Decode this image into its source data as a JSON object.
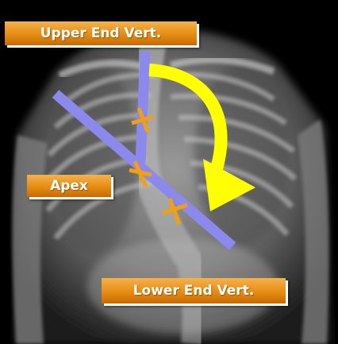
{
  "labels": {
    "upper_end_vert": "Upper End Vert.",
    "apex": "Apex",
    "lower_end_vert": "Lower End Vert."
  },
  "colors": {
    "label_orange": "#e58c14",
    "line_blue": "#8b88ee",
    "arrow_yellow": "#ffff00",
    "marker_orange": "#f0a010"
  }
}
